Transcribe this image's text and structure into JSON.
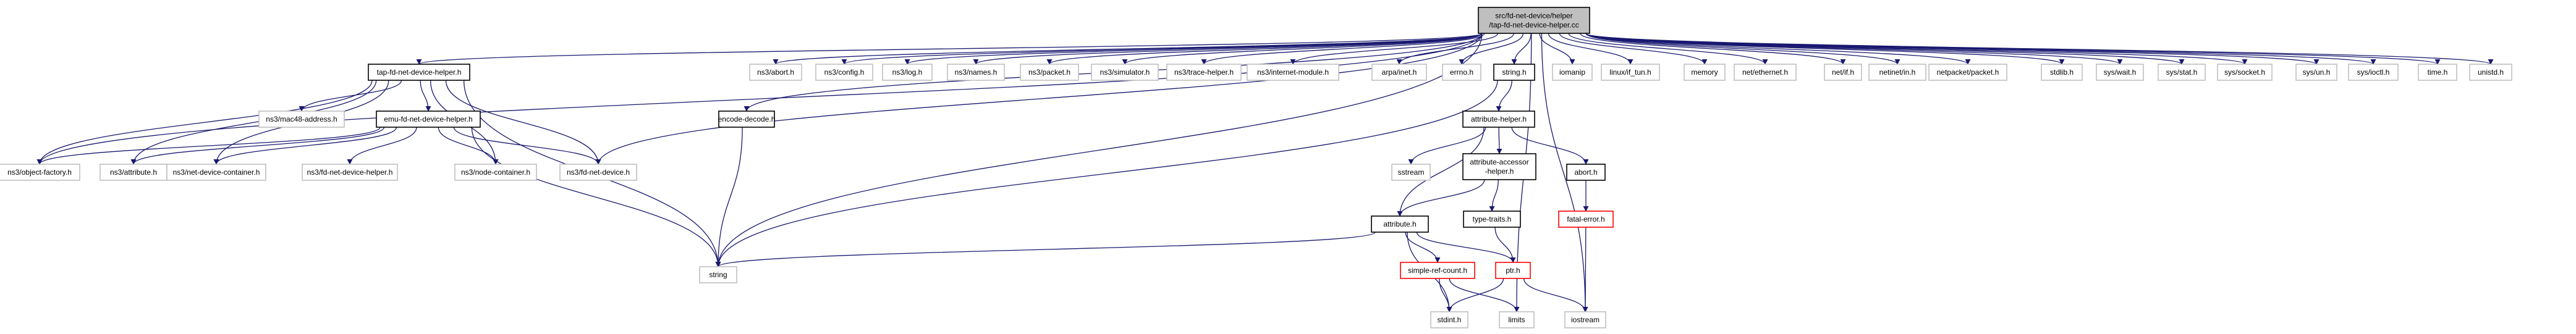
{
  "colors": {
    "root_fill": "#bfbfbf",
    "root_stroke": "#000000",
    "documented_stroke": "#000000",
    "undocumented_stroke": "#bfbfbf",
    "truncated_stroke": "#ff0000",
    "edge": "#191970"
  },
  "nodes": [
    {
      "id": "root",
      "lines": [
        "src/fd-net-device/helper",
        "/tap-fd-net-device-helper.cc"
      ],
      "kind": "root"
    },
    {
      "id": "tap",
      "lines": [
        "tap-fd-net-device-helper.h"
      ],
      "kind": "documented"
    },
    {
      "id": "ns3abort",
      "lines": [
        "ns3/abort.h"
      ],
      "kind": "undocumented"
    },
    {
      "id": "ns3config",
      "lines": [
        "ns3/config.h"
      ],
      "kind": "undocumented"
    },
    {
      "id": "ns3log",
      "lines": [
        "ns3/log.h"
      ],
      "kind": "undocumented"
    },
    {
      "id": "ns3names",
      "lines": [
        "ns3/names.h"
      ],
      "kind": "undocumented"
    },
    {
      "id": "ns3packet",
      "lines": [
        "ns3/packet.h"
      ],
      "kind": "undocumented"
    },
    {
      "id": "ns3sim",
      "lines": [
        "ns3/simulator.h"
      ],
      "kind": "undocumented"
    },
    {
      "id": "ns3trace",
      "lines": [
        "ns3/trace-helper.h"
      ],
      "kind": "undocumented"
    },
    {
      "id": "ns3inet",
      "lines": [
        "ns3/internet-module.h"
      ],
      "kind": "undocumented"
    },
    {
      "id": "arpa",
      "lines": [
        "arpa/inet.h"
      ],
      "kind": "undocumented"
    },
    {
      "id": "errno",
      "lines": [
        "errno.h"
      ],
      "kind": "undocumented"
    },
    {
      "id": "stringh",
      "lines": [
        "string.h"
      ],
      "kind": "documented"
    },
    {
      "id": "iomanip",
      "lines": [
        "iomanip"
      ],
      "kind": "undocumented"
    },
    {
      "id": "linuxtun",
      "lines": [
        "linux/if_tun.h"
      ],
      "kind": "undocumented"
    },
    {
      "id": "memory",
      "lines": [
        "memory"
      ],
      "kind": "undocumented"
    },
    {
      "id": "neteth",
      "lines": [
        "net/ethernet.h"
      ],
      "kind": "undocumented"
    },
    {
      "id": "netif",
      "lines": [
        "net/if.h"
      ],
      "kind": "undocumented"
    },
    {
      "id": "netinet",
      "lines": [
        "netinet/in.h"
      ],
      "kind": "undocumented"
    },
    {
      "id": "netpacket",
      "lines": [
        "netpacket/packet.h"
      ],
      "kind": "undocumented"
    },
    {
      "id": "stdlib",
      "lines": [
        "stdlib.h"
      ],
      "kind": "undocumented"
    },
    {
      "id": "syswait",
      "lines": [
        "sys/wait.h"
      ],
      "kind": "undocumented"
    },
    {
      "id": "sysstat",
      "lines": [
        "sys/stat.h"
      ],
      "kind": "undocumented"
    },
    {
      "id": "syssock",
      "lines": [
        "sys/socket.h"
      ],
      "kind": "undocumented"
    },
    {
      "id": "sysun",
      "lines": [
        "sys/un.h"
      ],
      "kind": "undocumented"
    },
    {
      "id": "sysioctl",
      "lines": [
        "sys/ioctl.h"
      ],
      "kind": "undocumented"
    },
    {
      "id": "timeh",
      "lines": [
        "time.h"
      ],
      "kind": "undocumented"
    },
    {
      "id": "unistd",
      "lines": [
        "unistd.h"
      ],
      "kind": "undocumented"
    },
    {
      "id": "ns3mac48",
      "lines": [
        "ns3/mac48-address.h"
      ],
      "kind": "undocumented"
    },
    {
      "id": "emu",
      "lines": [
        "emu-fd-net-device-helper.h"
      ],
      "kind": "documented"
    },
    {
      "id": "encode",
      "lines": [
        "encode-decode.h"
      ],
      "kind": "documented"
    },
    {
      "id": "attrhelper",
      "lines": [
        "attribute-helper.h"
      ],
      "kind": "documented"
    },
    {
      "id": "objfactory",
      "lines": [
        "ns3/object-factory.h"
      ],
      "kind": "undocumented"
    },
    {
      "id": "ns3attr",
      "lines": [
        "ns3/attribute.h"
      ],
      "kind": "undocumented"
    },
    {
      "id": "ns3ndc",
      "lines": [
        "ns3/net-device-container.h"
      ],
      "kind": "undocumented"
    },
    {
      "id": "ns3fdhelper",
      "lines": [
        "ns3/fd-net-device-helper.h"
      ],
      "kind": "undocumented"
    },
    {
      "id": "ns3nodec",
      "lines": [
        "ns3/node-container.h"
      ],
      "kind": "undocumented"
    },
    {
      "id": "ns3fdnd",
      "lines": [
        "ns3/fd-net-device.h"
      ],
      "kind": "undocumented"
    },
    {
      "id": "sstream",
      "lines": [
        "sstream"
      ],
      "kind": "undocumented"
    },
    {
      "id": "attracc",
      "lines": [
        "attribute-accessor",
        "-helper.h"
      ],
      "kind": "documented"
    },
    {
      "id": "aborth",
      "lines": [
        "abort.h"
      ],
      "kind": "documented"
    },
    {
      "id": "fatal",
      "lines": [
        "fatal-error.h"
      ],
      "kind": "truncated"
    },
    {
      "id": "typetraits",
      "lines": [
        "type-traits.h"
      ],
      "kind": "documented"
    },
    {
      "id": "attrh",
      "lines": [
        "attribute.h"
      ],
      "kind": "documented"
    },
    {
      "id": "simplerc",
      "lines": [
        "simple-ref-count.h"
      ],
      "kind": "truncated"
    },
    {
      "id": "ptrh",
      "lines": [
        "ptr.h"
      ],
      "kind": "truncated"
    },
    {
      "id": "stringstd",
      "lines": [
        "string"
      ],
      "kind": "undocumented"
    },
    {
      "id": "stdint",
      "lines": [
        "stdint.h"
      ],
      "kind": "undocumented"
    },
    {
      "id": "limits",
      "lines": [
        "limits"
      ],
      "kind": "undocumented"
    },
    {
      "id": "iostream",
      "lines": [
        "iostream"
      ],
      "kind": "undocumented"
    }
  ],
  "edges": [
    [
      "root",
      "tap"
    ],
    [
      "root",
      "ns3abort"
    ],
    [
      "root",
      "ns3config"
    ],
    [
      "root",
      "ns3log"
    ],
    [
      "root",
      "ns3names"
    ],
    [
      "root",
      "ns3packet"
    ],
    [
      "root",
      "ns3sim"
    ],
    [
      "root",
      "ns3trace"
    ],
    [
      "root",
      "ns3inet"
    ],
    [
      "root",
      "arpa"
    ],
    [
      "root",
      "errno"
    ],
    [
      "root",
      "stringh"
    ],
    [
      "root",
      "iomanip"
    ],
    [
      "root",
      "linuxtun"
    ],
    [
      "root",
      "memory"
    ],
    [
      "root",
      "neteth"
    ],
    [
      "root",
      "netif"
    ],
    [
      "root",
      "netinet"
    ],
    [
      "root",
      "netpacket"
    ],
    [
      "root",
      "stdlib"
    ],
    [
      "root",
      "syswait"
    ],
    [
      "root",
      "sysstat"
    ],
    [
      "root",
      "syssock"
    ],
    [
      "root",
      "sysun"
    ],
    [
      "root",
      "sysioctl"
    ],
    [
      "root",
      "timeh"
    ],
    [
      "root",
      "unistd"
    ],
    [
      "root",
      "encode"
    ],
    [
      "root",
      "objfactory"
    ],
    [
      "root",
      "ns3fdnd"
    ],
    [
      "root",
      "stringstd"
    ],
    [
      "root",
      "limits"
    ],
    [
      "root",
      "iostream"
    ],
    [
      "tap",
      "objfactory"
    ],
    [
      "tap",
      "ns3mac48"
    ],
    [
      "tap",
      "emu"
    ],
    [
      "tap",
      "ns3attr"
    ],
    [
      "tap",
      "ns3ndc"
    ],
    [
      "tap",
      "ns3nodec"
    ],
    [
      "tap",
      "ns3fdnd"
    ],
    [
      "tap",
      "stringstd"
    ],
    [
      "emu",
      "objfactory"
    ],
    [
      "emu",
      "ns3attr"
    ],
    [
      "emu",
      "ns3ndc"
    ],
    [
      "emu",
      "ns3fdhelper"
    ],
    [
      "emu",
      "ns3nodec"
    ],
    [
      "emu",
      "ns3fdnd"
    ],
    [
      "emu",
      "stringstd"
    ],
    [
      "encode",
      "stringstd"
    ],
    [
      "stringh",
      "attrhelper"
    ],
    [
      "stringh",
      "stringstd"
    ],
    [
      "attrhelper",
      "attrh"
    ],
    [
      "attrhelper",
      "sstream"
    ],
    [
      "attrhelper",
      "attracc"
    ],
    [
      "attrhelper",
      "aborth"
    ],
    [
      "attracc",
      "attrh"
    ],
    [
      "attracc",
      "typetraits"
    ],
    [
      "aborth",
      "fatal"
    ],
    [
      "fatal",
      "iostream"
    ],
    [
      "typetraits",
      "ptrh"
    ],
    [
      "attrh",
      "stringstd"
    ],
    [
      "attrh",
      "simplerc"
    ],
    [
      "attrh",
      "ptrh"
    ],
    [
      "attrh",
      "stdint"
    ],
    [
      "simplerc",
      "stdint"
    ],
    [
      "simplerc",
      "limits"
    ],
    [
      "ptrh",
      "stdint"
    ],
    [
      "ptrh",
      "iostream"
    ]
  ]
}
